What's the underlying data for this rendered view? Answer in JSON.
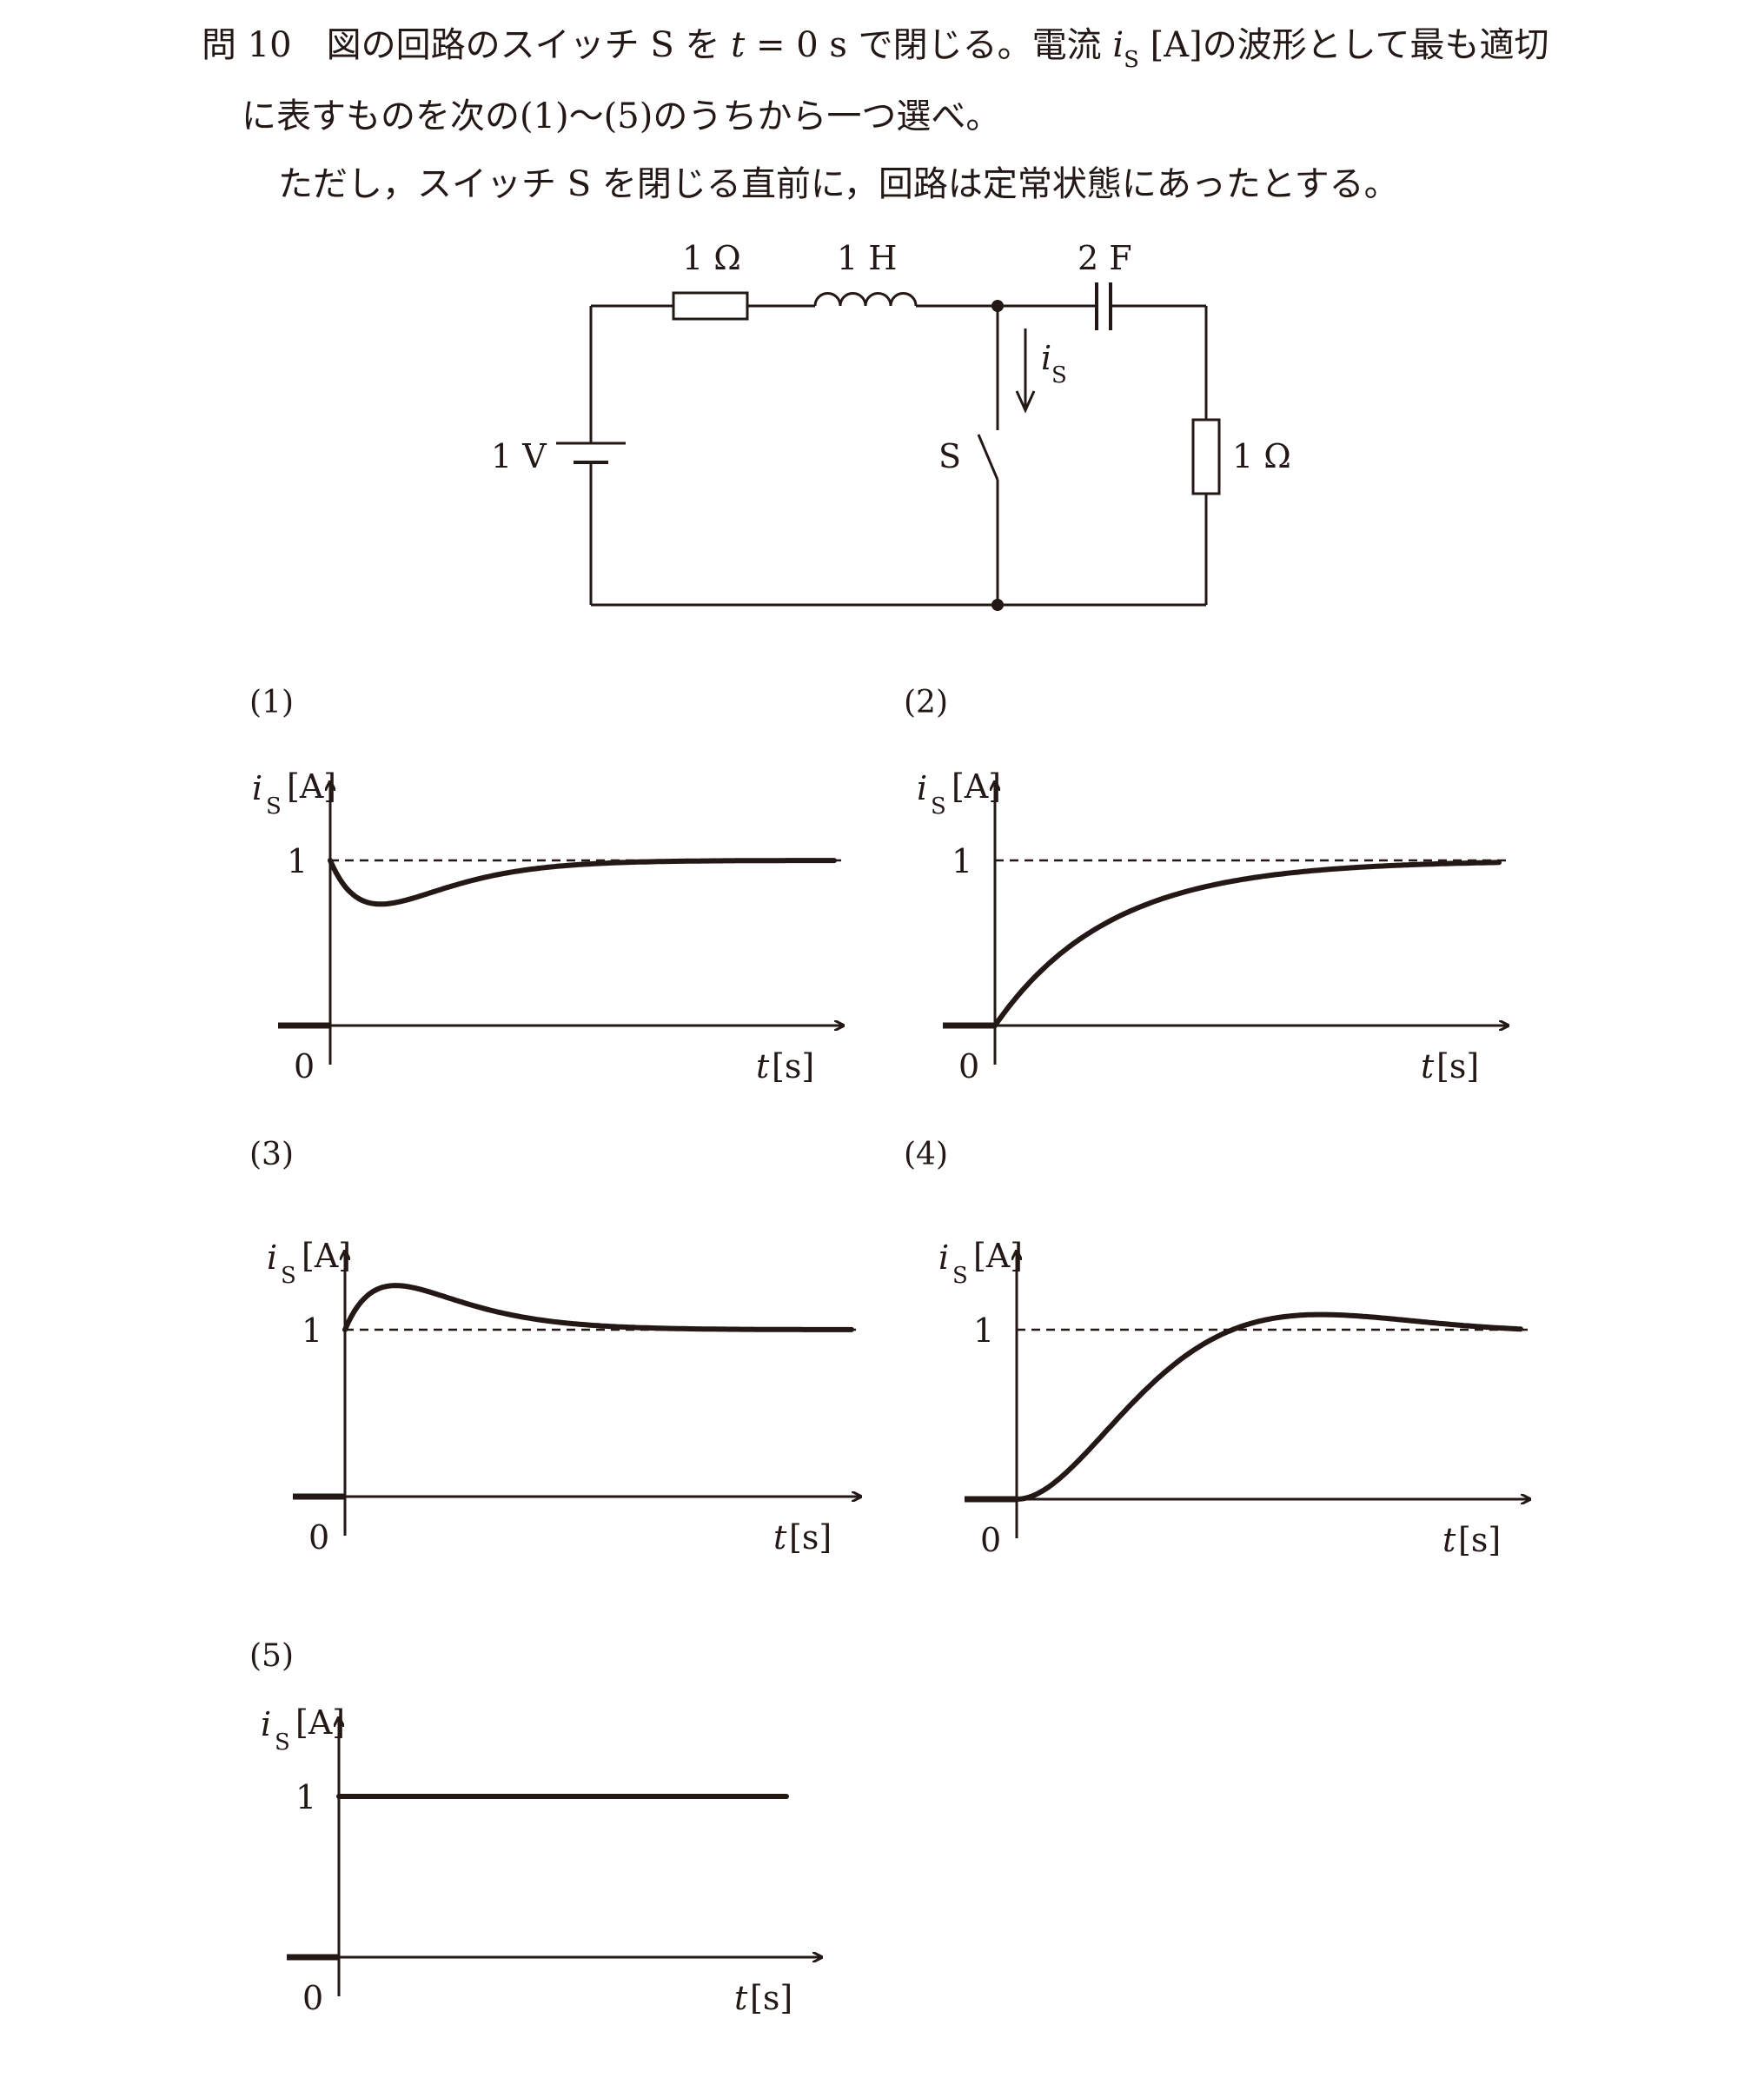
{
  "question": {
    "number": "問 10",
    "line1_a": "図の回路のスイッチ S を ",
    "t_var": "t",
    "line1_b": " = 0 s で閉じる。電流 ",
    "i_var": "i",
    "sub_s": "S",
    "line1_c": " [A]の波形として最も適切",
    "line2": "に表すものを次の(1)～(5)のうちから一つ選べ。",
    "line3": "ただし，スイッチ S を閉じる直前に，回路は定常状態にあったとする。"
  },
  "circuit": {
    "resistor1": "1 Ω",
    "inductor": "1 H",
    "capacitor": "2 F",
    "source": "1 V",
    "switch": "S",
    "resistor2": "1 Ω",
    "current_var": "i",
    "current_sub": "S"
  },
  "graphs": {
    "y_var": "i",
    "y_sub": "S",
    "y_unit": "[A]",
    "x_var": "t",
    "x_unit": "[s]",
    "origin": "0",
    "one": "1",
    "options": [
      "(1)",
      "(2)",
      "(3)",
      "(4)",
      "(5)"
    ]
  },
  "colors": {
    "ink": "#231815",
    "background": "#ffffff"
  }
}
